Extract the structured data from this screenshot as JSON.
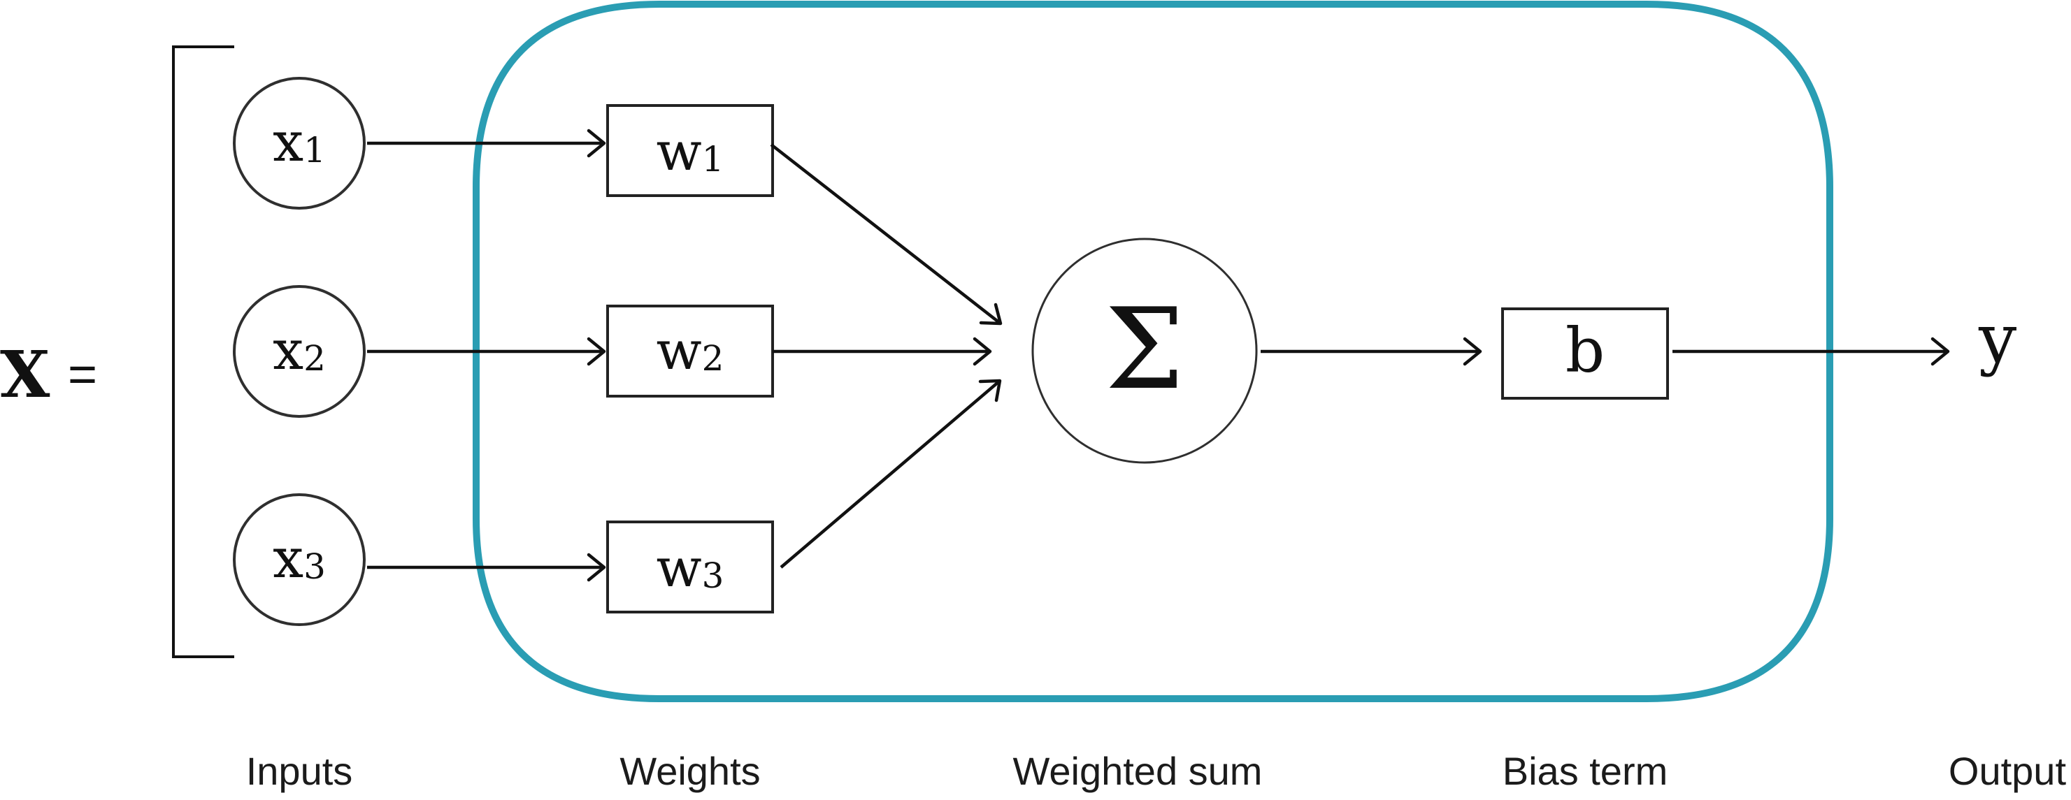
{
  "vector_label": "X",
  "equals_sign": "=",
  "inputs": [
    {
      "symbol": "x",
      "index": "1"
    },
    {
      "symbol": "x",
      "index": "2"
    },
    {
      "symbol": "x",
      "index": "3"
    }
  ],
  "weights": [
    {
      "symbol": "w",
      "index": "1"
    },
    {
      "symbol": "w",
      "index": "2"
    },
    {
      "symbol": "w",
      "index": "3"
    }
  ],
  "sum_symbol": "Σ",
  "bias_symbol": "b",
  "output_symbol": "y",
  "stage_labels": {
    "inputs": "Inputs",
    "weights": "Weights",
    "weighted_sum": "Weighted sum",
    "bias_term": "Bias term",
    "output": "Output"
  },
  "colors": {
    "frame": "#2a9db3",
    "lines": "#111111"
  }
}
